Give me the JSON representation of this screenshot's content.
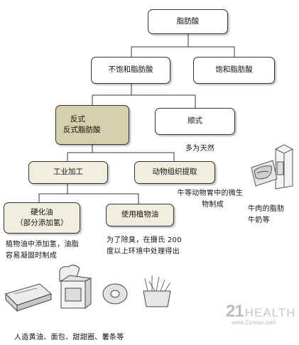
{
  "nodes": {
    "root": "脂肪酸",
    "unsaturated": "不饱和脂肪酸",
    "saturated": "饱和脂肪酸",
    "trans_line1": "反式",
    "trans_line2": "反式脂肪酸",
    "cis": "顺式",
    "industrial": "工业加工",
    "animal_extract": "动物组织提取",
    "hydrogenated_line1": "硬化油",
    "hydrogenated_line2": "（部分添加氢）",
    "vegetable_oil": "使用植物油"
  },
  "notes": {
    "mostly_natural": "多为天然",
    "ruminant_line1": "牛等动物胃中的微生",
    "ruminant_line2": "物制成",
    "beef_milk_line1": "牛肉的脂肪",
    "beef_milk_line2": "牛奶等",
    "hydrogenation_line1": "植物油中添加氢，油脂",
    "hydrogenation_line2": "容易凝固时制成",
    "deodorize_line1": "为了除臭，在摄氏 200",
    "deodorize_line2": "度以上环境中处理得出",
    "foods": "人造黄油、面包、甜甜圈、薯条等"
  },
  "logo": {
    "mark": "21",
    "word": "HEALTH",
    "url": "www.21miao.com"
  },
  "colors": {
    "trans_box": "#d6cfae",
    "process_box": "#f1eedf",
    "line": "#333333"
  }
}
